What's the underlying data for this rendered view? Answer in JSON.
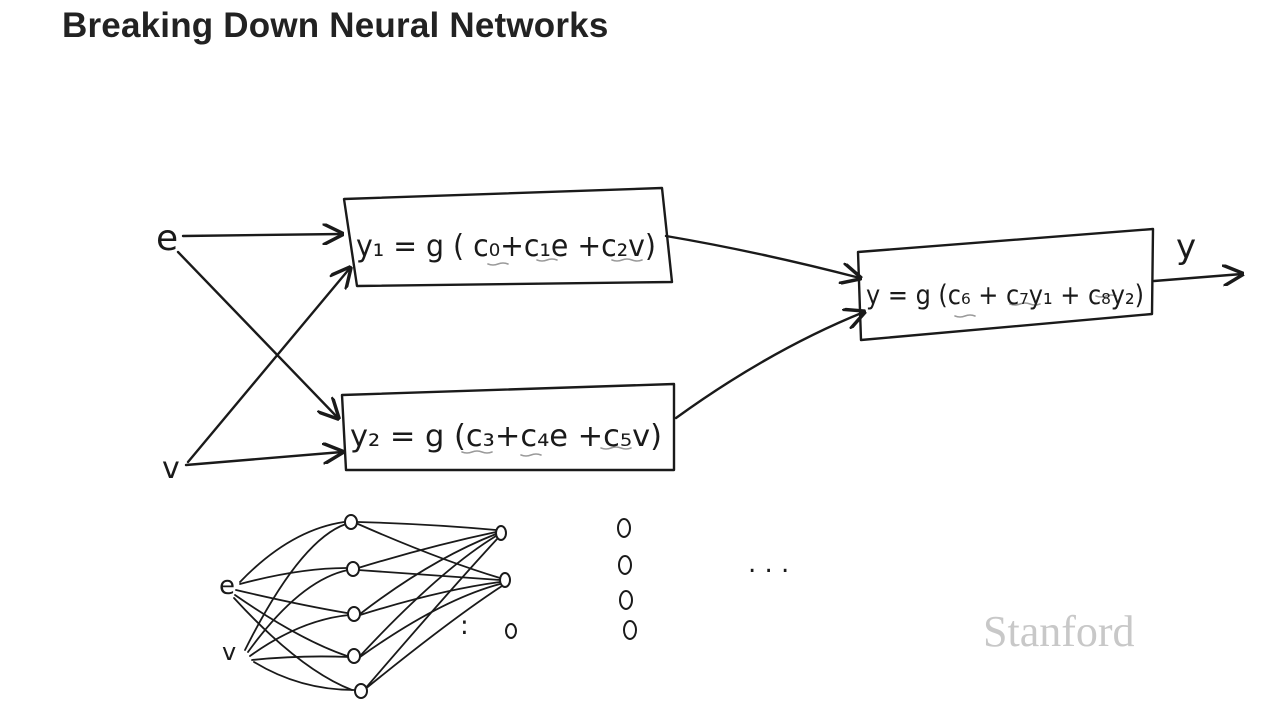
{
  "slide": {
    "title": "Breaking Down Neural Networks",
    "logo_text": "Stanford"
  },
  "diagram": {
    "inputs": [
      "e",
      "v"
    ],
    "hidden_nodes": [
      {
        "id": "y1",
        "equation": "y₁ = g ( c₀+c₁e +c₂v)"
      },
      {
        "id": "y2",
        "equation": "y₂ = g (c₃+c₄e +c₅v)"
      }
    ],
    "output_node": {
      "id": "y",
      "equation": "y = g (c₆ + c₇y₁ + c₈y₂)"
    },
    "output_label": "y",
    "small_network": {
      "inputs": [
        "e",
        "v"
      ],
      "ellipsis_vertical": ":",
      "ellipsis_horizontal": ". . ."
    }
  },
  "colors": {
    "ink": "#1a1a1a",
    "title": "#222222",
    "logo": "#c8c8c8",
    "underline": "#9a9a9a"
  }
}
